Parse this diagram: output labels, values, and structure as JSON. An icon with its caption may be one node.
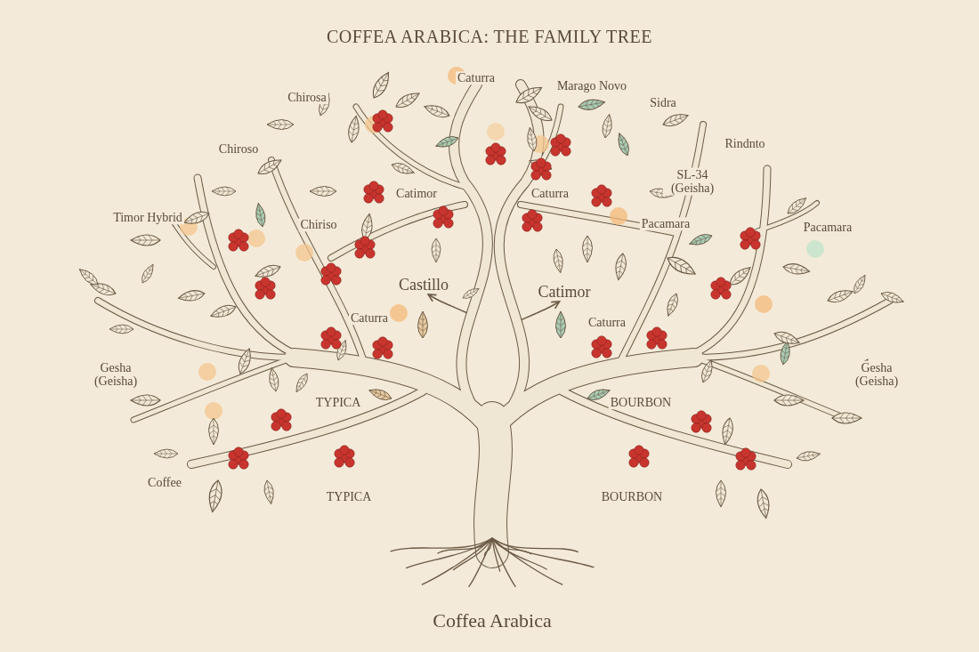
{
  "diagram": {
    "title": "COFFEA ARABICA: THE FAMILY TREE",
    "nodes": [
      {
        "text": [
          "Castillo"
        ]
      },
      {
        "text": [
          "Catimor"
        ]
      }
    ],
    "edges": [
      {
        "from": null,
        "to": 0,
        "arrow": "to"
      },
      {
        "from": null,
        "to": 1,
        "arrow": "to"
      }
    ],
    "labels": [
      "Caturra",
      "Chirosa",
      "Marago Novo",
      "Sidra",
      "Chiroso",
      "Rindnto",
      "SL-34 (Geisha)",
      "Catimor",
      "Caturra",
      "Timor Hybrid",
      "Chiriso",
      "Pacamara",
      "Pacamara",
      "Caturra",
      "Caturra",
      "Gesha (Geisha)",
      "Gesha (Geisha)",
      "TYPICA",
      "BOURBON",
      "Coffee",
      "TYPICA",
      "BOURBON",
      "Coffea Arabica"
    ]
  }
}
